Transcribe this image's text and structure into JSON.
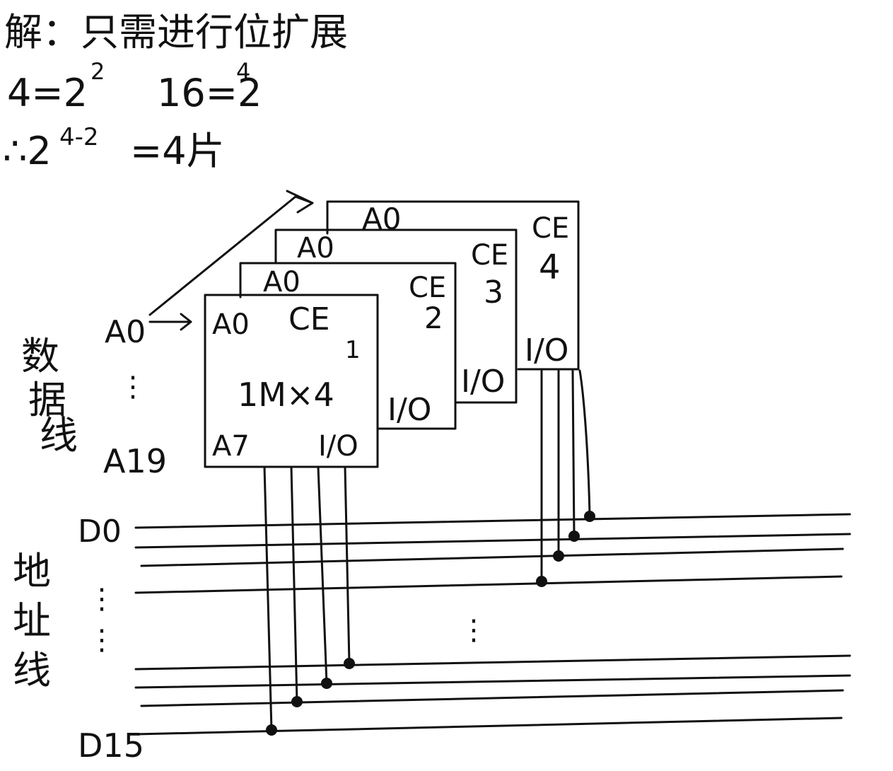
{
  "solution": {
    "line1": "解：只需进行位扩展",
    "line2a": "4=2",
    "line2a_exp": "2",
    "line2b": "16=2",
    "line2b_exp": "4",
    "line3_prefix": "∴2",
    "line3_exp": "4-2",
    "line3_suffix": "=4片"
  },
  "chips": [
    {
      "addr": "A0",
      "ce": "CE",
      "ce_num": "4",
      "io": "I/O"
    },
    {
      "addr": "A0",
      "ce": "CE",
      "ce_num": "3",
      "io": "I/O"
    },
    {
      "addr": "A0",
      "ce": "CE",
      "ce_num": "2",
      "io": "I/O"
    },
    {
      "addr": "A0",
      "ce": "CE",
      "ce_num": "1",
      "io": "I/O",
      "body": "1M×4",
      "addr_low": "A7",
      "io2": "I/O"
    }
  ],
  "address_side": {
    "label_vertical": [
      "数",
      "据",
      "线"
    ],
    "start": "A0",
    "dots": "⋮",
    "end": "A19"
  },
  "data_side": {
    "label_vertical": [
      "地",
      "址",
      "线"
    ],
    "top": "D0",
    "dots": "⋮",
    "middle_dots": "⋮",
    "bottom": "D15"
  }
}
